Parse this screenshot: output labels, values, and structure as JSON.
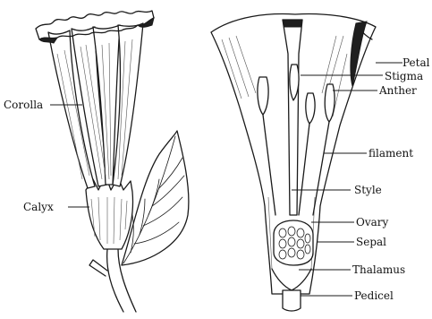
{
  "labels": {
    "corolla": "Corolla",
    "calyx": "Calyx",
    "petal": "Petal",
    "stigma": "Stigma",
    "anther": "Anther",
    "filament": "filament",
    "style": "Style",
    "ovary": "Ovary",
    "sepal": "Sepal",
    "thalamus": "Thalamus",
    "pedicel": "Pedicel"
  },
  "colors": {
    "ink": "#1a1a1a",
    "background": "#ffffff"
  }
}
